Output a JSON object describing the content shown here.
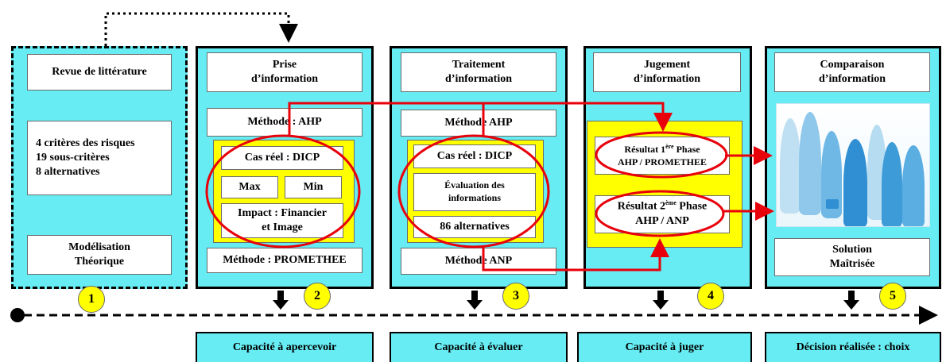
{
  "panels": [
    {
      "id": 1,
      "number": "1",
      "top": "Revue de littérature",
      "middle": [
        "4 critères  des risques",
        "19 sous-critères",
        "8 alternatives"
      ],
      "bottom_1": "Modélisation",
      "bottom_2": "Théorique"
    },
    {
      "id": 2,
      "number": "2",
      "title_1": "Prise",
      "title_2": "d’information",
      "method_top": "Méthode : AHP",
      "cas_reel": "Cas réel : DICP",
      "max": "Max",
      "min": "Min",
      "impact_1": "Impact : Financier",
      "impact_2": "et Image",
      "method_bottom": "Méthode : PROMETHEE"
    },
    {
      "id": 3,
      "number": "3",
      "title_1": "Traitement",
      "title_2": "d’information",
      "method_top": "Méthode AHP",
      "cas_reel": "Cas réel : DICP",
      "eval_1": "Évaluation des",
      "eval_2": "informations",
      "alternatives": "86 alternatives",
      "method_bottom": "Méthode ANP"
    },
    {
      "id": 4,
      "number": "4",
      "title_1": "Jugement",
      "title_2": "d’information",
      "res1_a": "Résultat 1",
      "res1_sup": "ère",
      "res1_b": " Phase",
      "res1_line2": "AHP / PROMETHEE",
      "res2_a": "Résultat 2",
      "res2_sup": "ème",
      "res2_b": "  Phase",
      "res2_line2": "AHP / ANP"
    },
    {
      "id": 5,
      "number": "5",
      "title_1": "Comparaison",
      "title_2": "d’information",
      "bottom_1": "Solution",
      "bottom_2": "Maîtrisée"
    }
  ],
  "capacities": [
    "Capacité à apercevoir",
    "Capacité à évaluer",
    "Capacité à juger",
    "Décision réalisée : choix"
  ],
  "colors": {
    "panel": "#66ecf2",
    "yellow": "#ffff00",
    "red_connector": "#e8000b",
    "border": "#000000"
  },
  "icons": [
    "business-people-silhouette-image"
  ]
}
